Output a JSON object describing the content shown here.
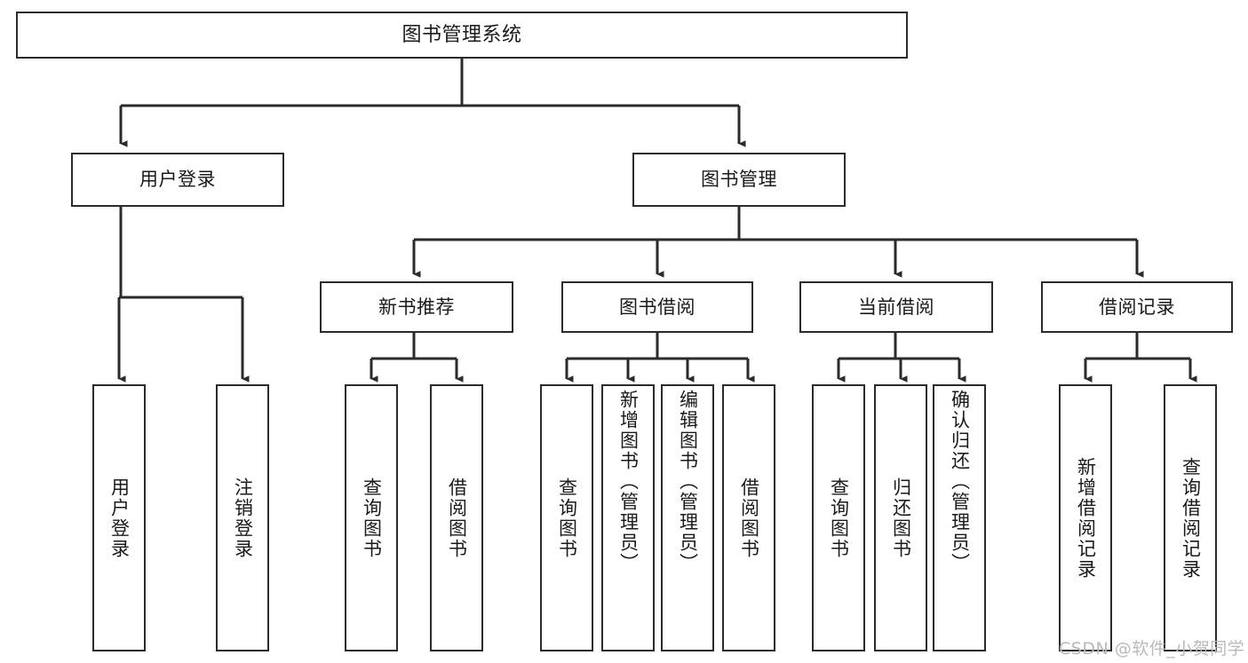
{
  "diagram": {
    "title": "图书管理系统",
    "type": "functional-structure-tree",
    "watermark": "CSDN @软件_小贺同学",
    "colors": {
      "stroke": "#2b2b2b",
      "fill": "#ffffff",
      "text": "#1a1a1a",
      "watermark": "#b9b9b9"
    },
    "levels": {
      "root": {
        "label": "图书管理系统"
      },
      "level1": [
        {
          "label": "用户登录"
        },
        {
          "label": "图书管理"
        }
      ],
      "level2": [
        {
          "label": "新书推荐"
        },
        {
          "label": "图书借阅"
        },
        {
          "label": "当前借阅"
        },
        {
          "label": "借阅记录"
        }
      ],
      "leaves": {
        "user_login": [
          {
            "label": "用户登录"
          },
          {
            "label": "注销登录"
          }
        ],
        "new_book_recommend": [
          {
            "label": "查询图书"
          },
          {
            "label": "借阅图书"
          }
        ],
        "book_borrow": [
          {
            "label": "查询图书"
          },
          {
            "label": "新增图书（管理员）"
          },
          {
            "label": "编辑图书（管理员）"
          },
          {
            "label": "借阅图书"
          }
        ],
        "current_borrow": [
          {
            "label": "查询图书"
          },
          {
            "label": "归还图书"
          },
          {
            "label": "确认归还（管理员）"
          }
        ],
        "borrow_record": [
          {
            "label": "新增借阅记录"
          },
          {
            "label": "查询借阅记录"
          }
        ]
      }
    }
  }
}
